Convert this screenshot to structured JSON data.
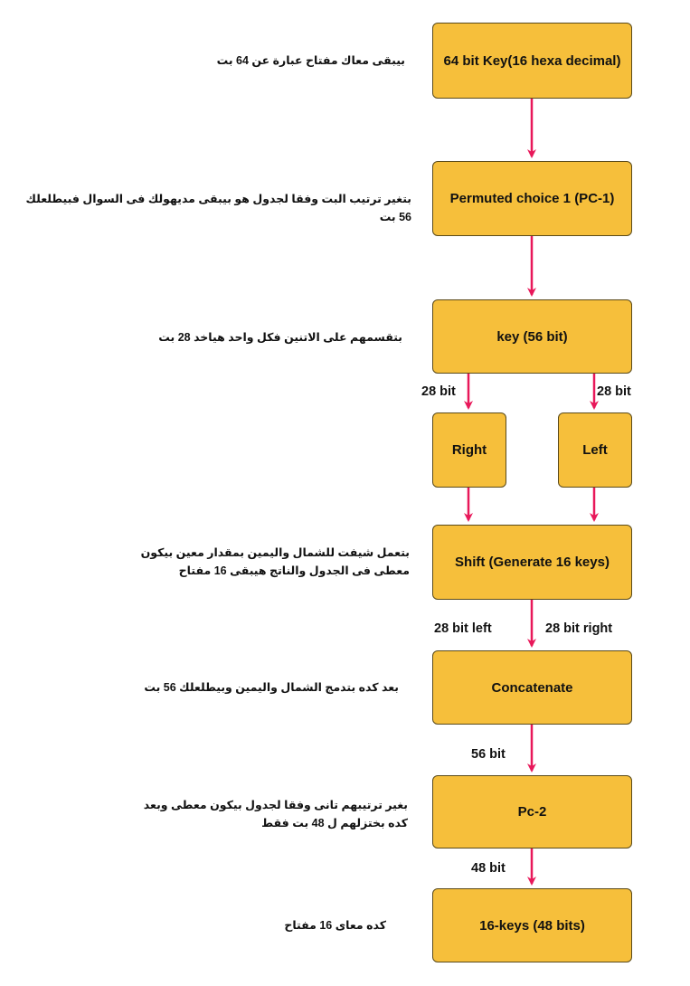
{
  "colors": {
    "box_fill": "#f6bf3b",
    "box_border": "#5a4a1a",
    "arrow": "#e8185a"
  },
  "boxes": {
    "key64": "64 bit Key(16 hexa decimal)",
    "pc1": "Permuted  choice 1 (PC-1)",
    "key56": "key (56 bit)",
    "right": "Right",
    "left": "Left",
    "shift": "Shift (Generate 16 keys)",
    "concat": "Concatenate",
    "pc2": "Pc-2",
    "keys16": "16-keys (48 bits)"
  },
  "edge_labels": {
    "bit28_a": "28 bit",
    "bit28_b": "28 bit",
    "bit28_left": "28 bit left",
    "bit28_right": "28 bit right",
    "bit56": "56 bit",
    "bit48": "48 bit"
  },
  "notes": {
    "key64": "بيبقى معاك مفتاح عبارة عن 64 بت",
    "pc1": "بتغير ترتيب البت وفقا لجدول هو بيبقى مديهولك فى السوال فبيطلعلك 56 بت",
    "key56": "بتقسمهم على الاتنين فكل واحد هياخد 28 بت",
    "shift": "بتعمل شيفت للشمال واليمين بمقدار معين بيكون معطى فى الجدول والناتج هيبقى 16 مفتاح",
    "concat": "بعد كده بتدمج الشمال واليمين وبيطلعلك 56 بت",
    "pc2": "بغير ترتيبهم تانى وفقا لجدول بيكون معطى وبعد كده بختزلهم ل 48 بت فقط",
    "keys16": "كده معاى 16 مفتاح"
  }
}
